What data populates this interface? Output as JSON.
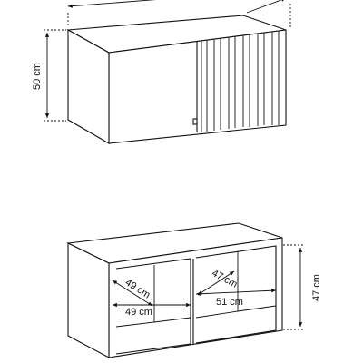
{
  "diagram": {
    "top_cabinet": {
      "height_label": "50 cm"
    },
    "bottom_cabinet": {
      "height_label": "47 cm",
      "left_compartment": {
        "depth_label": "49 cm",
        "width_label": "49 cm"
      },
      "right_compartment": {
        "depth_label": "47 cm",
        "width_label": "51 cm"
      }
    }
  }
}
